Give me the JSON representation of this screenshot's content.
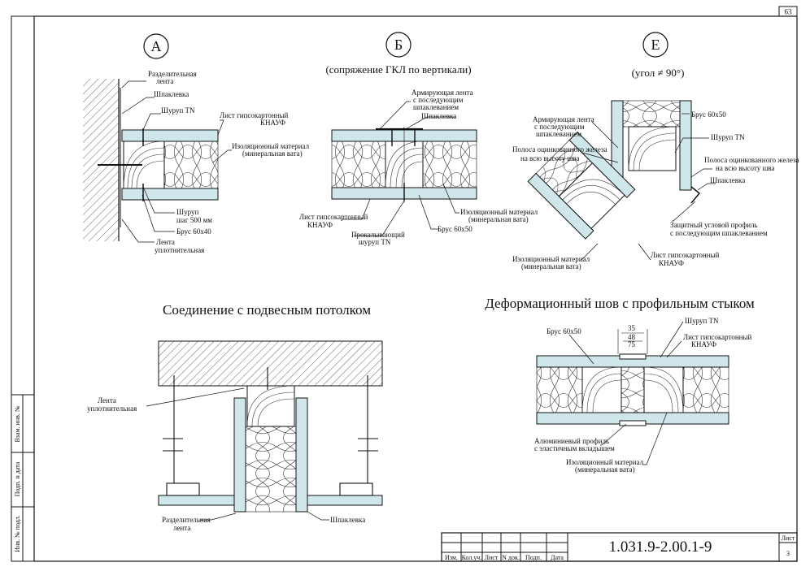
{
  "sheet": {
    "page_number": "63",
    "code": "1.031.9-2.00.1-9",
    "sheet_label": "Лист",
    "sheet_number": "3",
    "stamp_cols": [
      "Изм.",
      "Кол.уч.",
      "Лист",
      "N док.",
      "Подп.",
      "Дата"
    ],
    "side_labels": [
      "Взам. инв. №",
      "Подп. и дата",
      "Инв. № подл."
    ]
  },
  "details": {
    "a": {
      "letter": "А",
      "labels": [
        "Разделительная",
        "лента",
        "Шпаклевка",
        "Шуруп TN",
        "Лист гипсокартонный",
        "КНАУФ",
        "Изоляционный материал",
        "(минеральная вата)",
        "Шуруп",
        "шаг 500 мм",
        "Брус 60х40",
        "Лента",
        "уплотнительная"
      ]
    },
    "b": {
      "letter": "Б",
      "subtitle": "(сопряжение ГКЛ по вертикали)",
      "labels": [
        "Армирующая лента",
        "с последующим",
        "шпаклеванием",
        "Шпаклевка",
        "Изоляционный материал",
        "(минеральная вата)",
        "Лист гипсокартонный",
        "КНАУФ",
        "Брус 60х50",
        "Прокалывающий",
        "шуруп TN"
      ]
    },
    "e": {
      "letter": "Е",
      "subtitle": "(угол ≠ 90°)",
      "labels": [
        "Армирующая лента",
        "с последующим",
        "шпаклеванием",
        "Брус 60х50",
        "Шуруп TN",
        "Полоса оцинкованного железа",
        "на всю высоту шва",
        "Полоса оцинкованного железа",
        "на всю высоту шва",
        "Шпаклевка",
        "Защитный угловой профиль",
        "с последующим шпаклеванием",
        "Изоляционный материал",
        "(минеральная вата)",
        "Лист гипсокартонный",
        "КНАУФ"
      ]
    },
    "ceiling": {
      "title": "Соединение с подвесным потолком",
      "labels": [
        "Лента",
        "уплотнительная",
        "Разделительная",
        "лента",
        "Шпаклевка"
      ]
    },
    "deform": {
      "title": "Деформационный шов с профильным стыком",
      "dims": [
        "35",
        "48",
        "75"
      ],
      "labels": [
        "Брус 60х50",
        "Шуруп TN",
        "Лист гипсокартонный",
        "КНАУФ",
        "Алюминиевый профиль",
        "с эластичным вкладышем",
        "Изоляционный материал",
        "(минеральная вата)"
      ]
    }
  },
  "colors": {
    "board": "#cfe7ea",
    "line": "#111111",
    "hatch": "#333333"
  }
}
